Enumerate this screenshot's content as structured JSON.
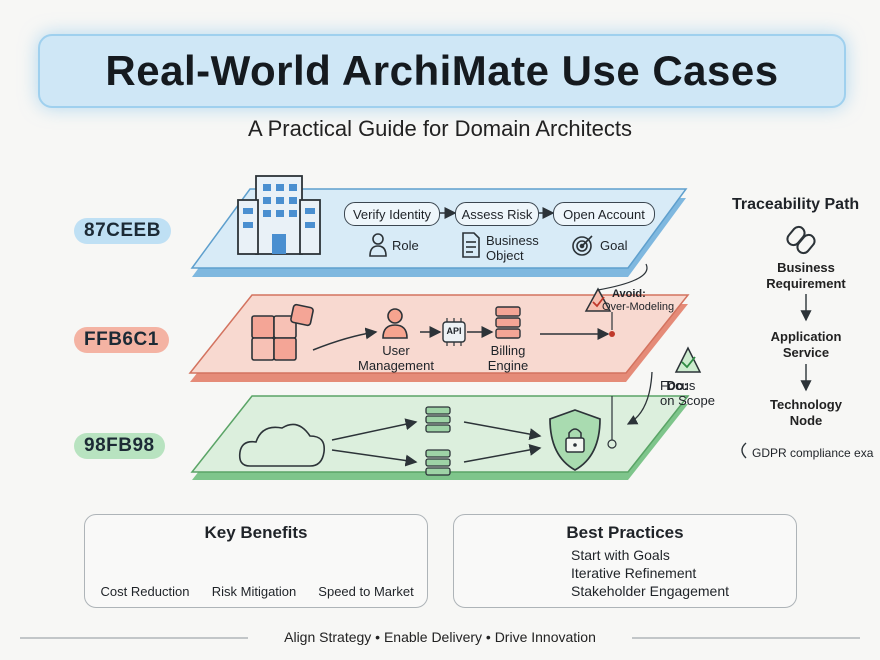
{
  "header": {
    "title": "Real-World ArchiMate Use Cases",
    "subtitle": "A Practical Guide for Domain Architects"
  },
  "layers": [
    {
      "code": "87CEEB",
      "color": "#87CEEB"
    },
    {
      "code": "FFB6C1",
      "color": "#FFB6C1"
    },
    {
      "code": "98FB98",
      "color": "#98FB98"
    }
  ],
  "business_layer": {
    "process": [
      "Verify Identity",
      "Assess Risk",
      "Open Account"
    ],
    "elements": [
      "Role",
      "Business\nObject",
      "Goal"
    ]
  },
  "application_layer": {
    "elements": [
      "User\nManagement",
      "Billing\nEngine"
    ],
    "api_label": "API"
  },
  "callouts": {
    "avoid_prefix": "Avoid:",
    "avoid_text": "Over-Modeling",
    "do_prefix": "Do:",
    "do_text": "Focus\non Scope"
  },
  "traceability": {
    "title": "Traceability Path",
    "steps": [
      "Business\nRequirement",
      "Application\nService",
      "Technology\nNode"
    ],
    "example": "GDPR compliance exa"
  },
  "benefits": {
    "title": "Key Benefits",
    "items": [
      "Cost Reduction",
      "Risk Mitigation",
      "Speed to Market"
    ]
  },
  "practices": {
    "title": "Best Practices",
    "items": [
      "Start with Goals",
      "Iterative Refinement",
      "Stakeholder Engagement"
    ]
  },
  "footer": "Align Strategy • Enable Delivery • Drive Innovation"
}
